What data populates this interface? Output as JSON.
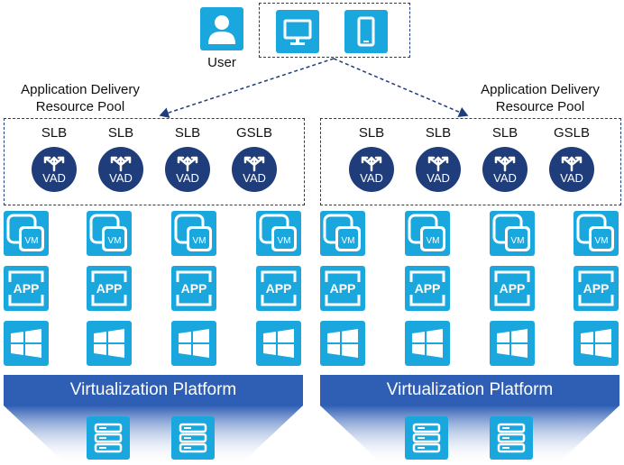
{
  "user": {
    "label": "User"
  },
  "pools": [
    {
      "title_line1": "Application Delivery",
      "title_line2": "Resource Pool",
      "balancers": [
        "SLB",
        "SLB",
        "SLB",
        "GSLB"
      ],
      "vad_label": "VAD",
      "vm_label": "VM",
      "app_label": "APP",
      "platform": "Virtualization Platform"
    },
    {
      "title_line1": "Application Delivery",
      "title_line2": "Resource Pool",
      "balancers": [
        "SLB",
        "SLB",
        "SLB",
        "GSLB"
      ],
      "vad_label": "VAD",
      "vm_label": "VM",
      "app_label": "APP",
      "platform": "Virtualization Platform"
    }
  ],
  "colors": {
    "tile": "#1aa7de",
    "vad": "#1f3d7a",
    "platform": "#2e5fb5",
    "dash": "#1f3d7a"
  }
}
